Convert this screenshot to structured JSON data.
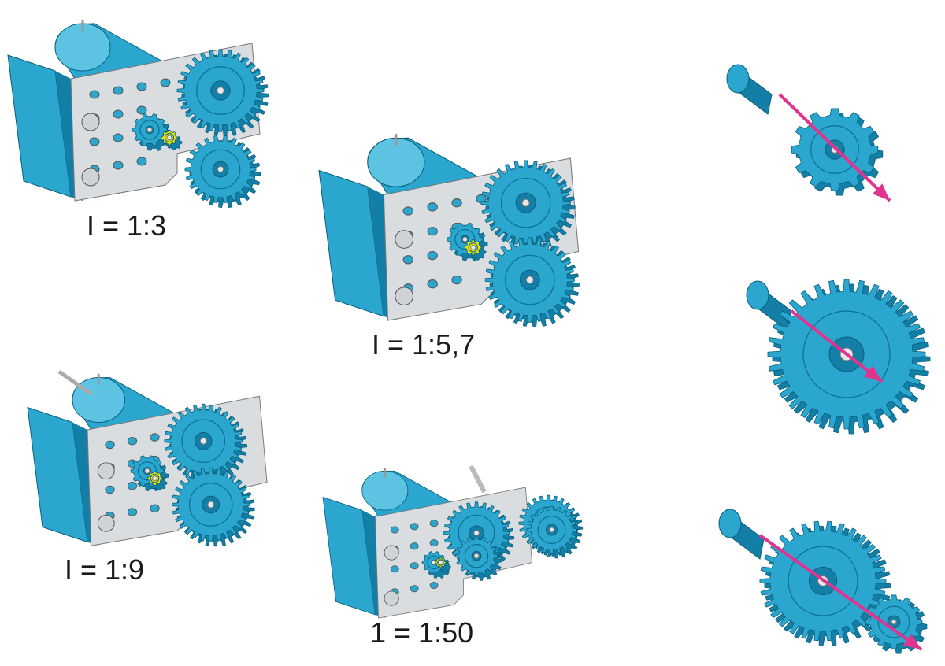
{
  "labels": {
    "ratio_1": "I = 1:3",
    "ratio_2": "I = 1:5,7",
    "ratio_3": "I = 1:9",
    "ratio_4": "1 = 1:50"
  },
  "colors": {
    "part_blue": "#2aa6cf",
    "part_dark": "#137fa6",
    "plate_silver": "#d9dde0",
    "pinion_yellow": "#f2e600",
    "arrow_pink": "#e0358f"
  }
}
